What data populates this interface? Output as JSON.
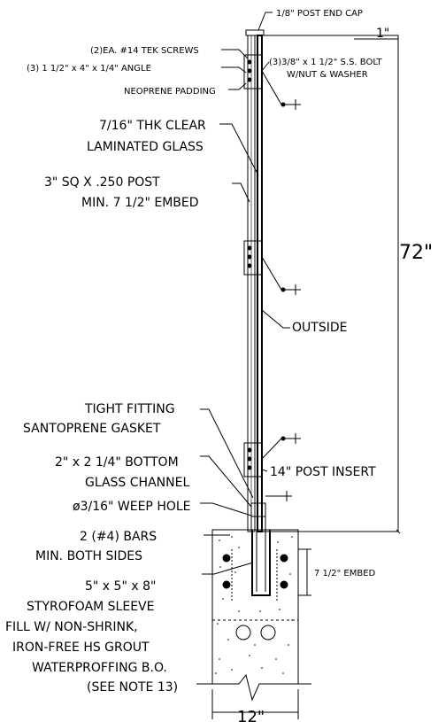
{
  "labels": {
    "post_end_cap": "1/8\" POST END CAP",
    "tek_screws": "(2)EA. #14 TEK SCREWS",
    "angle": "(3) 1 1/2\" x 4\" x 1/4\" ANGLE",
    "neoprene": "NEOPRENE PADDING",
    "bolt_line1": "(3)3/8\" x 1 1/2\" S.S. BOLT",
    "bolt_line2": "W/NUT & WASHER",
    "glass_line1": "7/16\" THK CLEAR",
    "glass_line2": "LAMINATED GLASS",
    "post_line1": "3\" SQ X .250 POST",
    "post_line2": "MIN. 7 1/2\" EMBED",
    "outside": "OUTSIDE",
    "gasket_line1": "TIGHT FITTING",
    "gasket_line2": "SANTOPRENE GASKET",
    "channel_line1": "2\" x 2 1/4\" BOTTOM",
    "channel_line2": "GLASS CHANNEL",
    "post_insert": "14\" POST INSERT",
    "weep_hole": "ø3/16\" WEEP HOLE",
    "bars_line1": "2 (#4) BARS",
    "bars_line2": "MIN. BOTH SIDES",
    "sleeve_line1": "5\" x 5\" x 8\"",
    "sleeve_line2": "STYROFOAM SLEEVE",
    "sleeve_line3": "FILL W/ NON-SHRINK,",
    "sleeve_line4": "IRON-FREE HS GROUT",
    "sleeve_line5": "WATERPROFFING B.O.",
    "sleeve_line6": "(SEE NOTE 13)",
    "embed_bottom": "7 1/2\" EMBED"
  },
  "dimensions": {
    "top_offset": "1\"",
    "height": "72\"",
    "footing_width": "12\""
  }
}
